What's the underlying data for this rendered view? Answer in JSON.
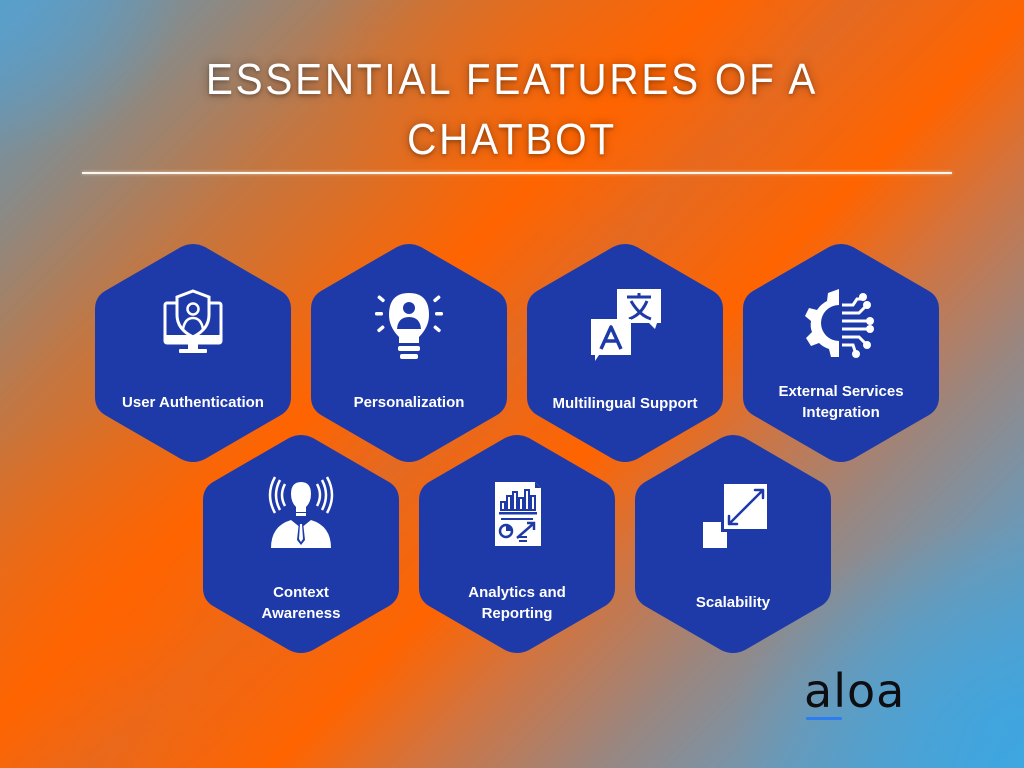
{
  "title": {
    "line1": "ESSENTIAL FEATURES OF A",
    "line2": "CHATBOT"
  },
  "colors": {
    "hex_fill": "#1e3aa8",
    "text": "#ffffff",
    "accent_orange": "#ff6400",
    "accent_blue": "#3fa6e0",
    "logo_underline": "#2d7cf0"
  },
  "features": [
    {
      "label": "User Authentication",
      "icon": "monitor-shield-user-icon"
    },
    {
      "label": "Personalization",
      "icon": "lightbulb-user-icon"
    },
    {
      "label": "Multilingual Support",
      "icon": "translate-icon"
    },
    {
      "label": "External Services Integration",
      "label_line1": "External Services",
      "label_line2": "Integration",
      "icon": "gear-circuit-icon"
    },
    {
      "label": "Context Awareness",
      "label_line1": "Context",
      "label_line2": "Awareness",
      "icon": "lightbulb-head-person-icon"
    },
    {
      "label": "Analytics and Reporting",
      "label_line1": "Analytics and",
      "label_line2": "Reporting",
      "icon": "report-chart-icon"
    },
    {
      "label": "Scalability",
      "icon": "resize-arrows-icon"
    }
  ],
  "logo": {
    "text": "aloa"
  }
}
